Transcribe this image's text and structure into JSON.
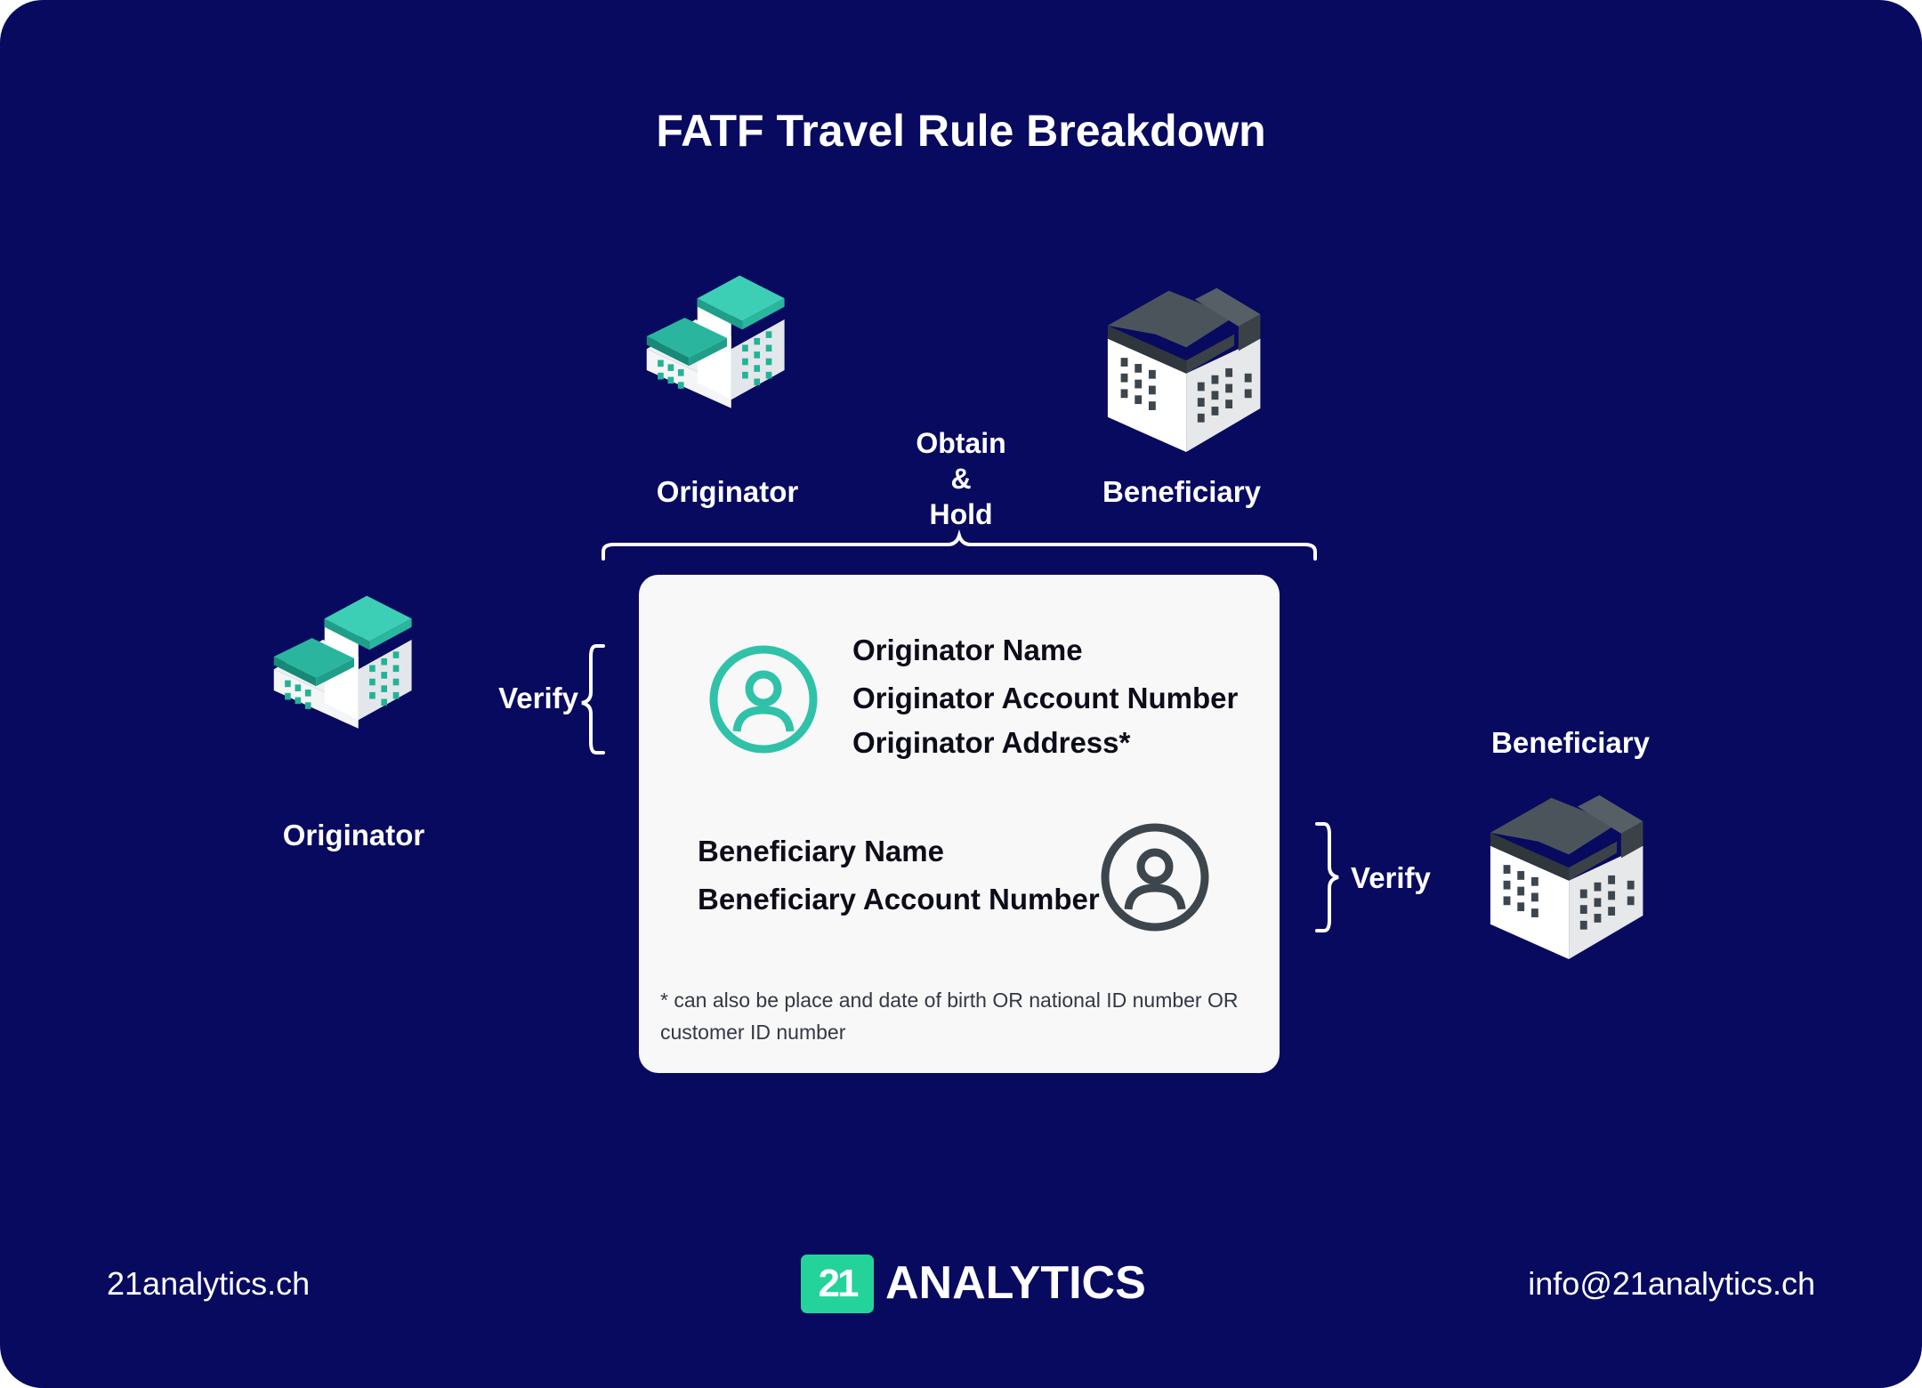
{
  "title": "FATF Travel Rule Breakdown",
  "top": {
    "originator_label": "Originator",
    "beneficiary_label": "Beneficiary",
    "obtain": "Obtain",
    "amp": "&",
    "hold": "Hold"
  },
  "left": {
    "originator_label": "Originator",
    "verify": "Verify"
  },
  "right": {
    "beneficiary_label": "Beneficiary",
    "verify": "Verify"
  },
  "panel": {
    "originator_fields": [
      "Originator Name",
      "Originator Account Number",
      "Originator Address*"
    ],
    "beneficiary_fields": [
      "Beneficiary Name",
      "Beneficiary Account Number"
    ],
    "footnote": "* can also be place and date of birth OR national ID number OR customer ID number"
  },
  "footer": {
    "website": "21analytics.ch",
    "logo_mark": "21",
    "logo_word": "ANALYTICS",
    "email": "info@21analytics.ch"
  },
  "icons": [
    "originator-building-icon",
    "beneficiary-building-icon",
    "originator-user-icon",
    "beneficiary-user-icon",
    "curly-brace-icon"
  ],
  "colors": {
    "background": "#080a60",
    "originator_accent": "#33c9b0",
    "beneficiary_accent": "#3d464d",
    "panel": "#f8f8f8",
    "logo_green": "#24d39a"
  }
}
